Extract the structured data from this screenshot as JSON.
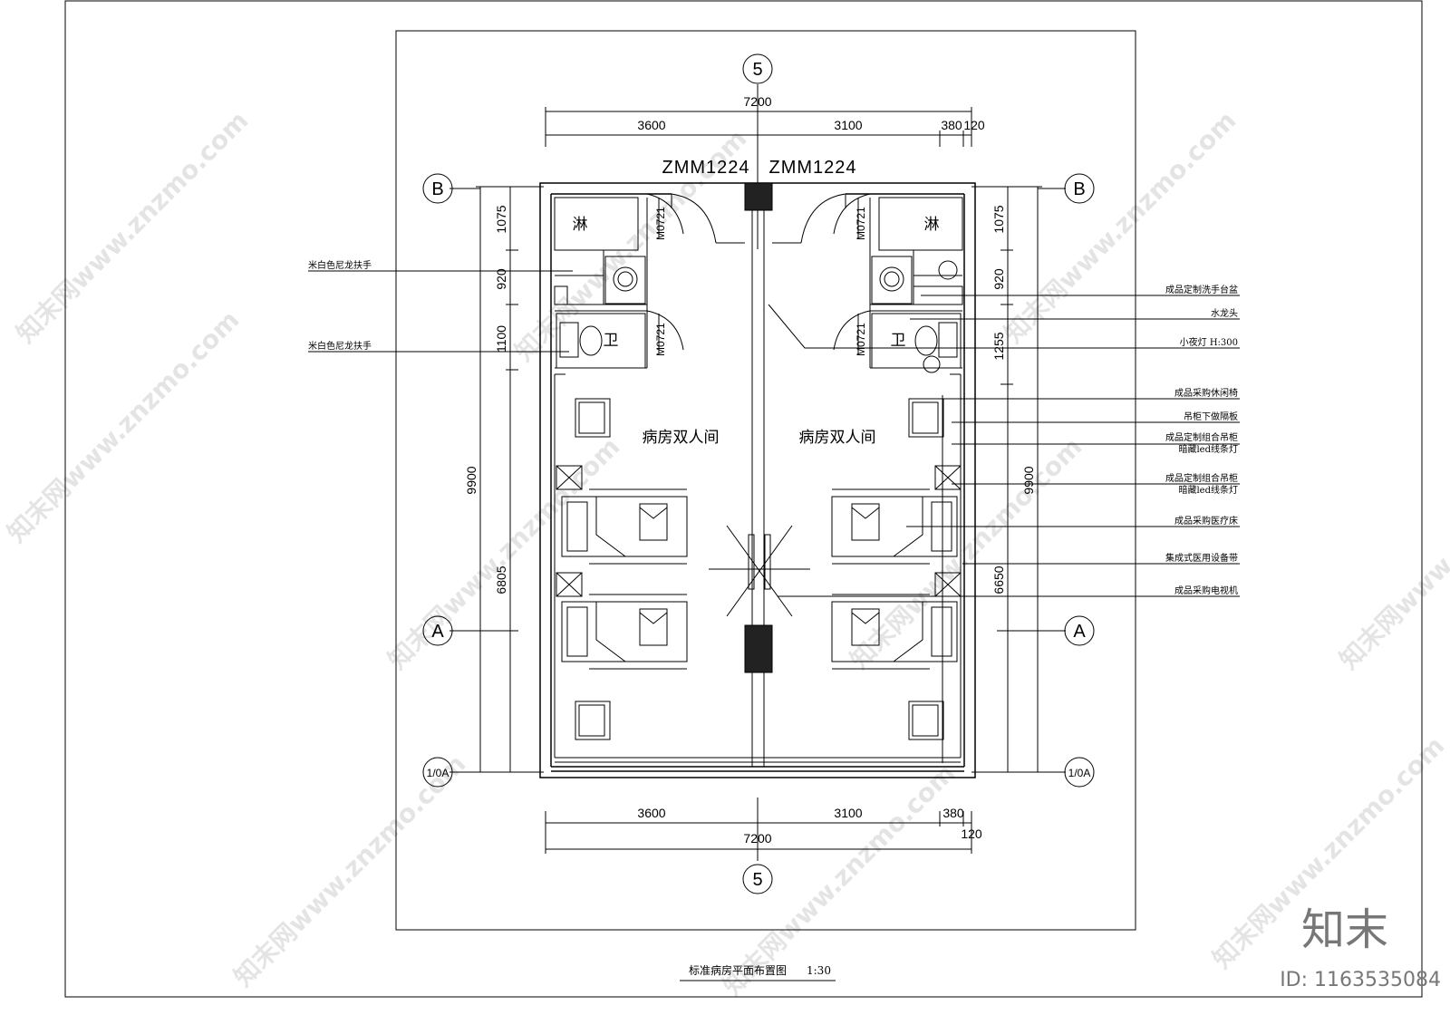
{
  "drawing": {
    "title": "标准病房平面布置图",
    "scale": "1:30"
  },
  "dimensions": {
    "top_total": "7200",
    "top_left": "3600",
    "top_mid": "3100",
    "top_r1": "380",
    "top_r2": "120",
    "bottom_left": "3600",
    "bottom_mid": "3100",
    "bottom_r1": "380",
    "bottom_total": "7200",
    "bottom_r2": "120",
    "left_1": "1075",
    "left_2": "920",
    "left_3": "1100",
    "left_total": "9900",
    "left_bottom": "6805",
    "right_1": "1075",
    "right_2": "920",
    "right_3": "1255",
    "right_total": "9900",
    "right_bottom": "6650"
  },
  "grid": {
    "col": "5",
    "row_top": "B",
    "row_mid": "A",
    "row_bottom": "1/0A"
  },
  "doors": {
    "main_left": "ZMM1224",
    "main_right": "ZMM1224",
    "bath": "M0721"
  },
  "rooms": {
    "shower": "淋",
    "toilet": "卫",
    "ward_left": "病房双人间",
    "ward_right": "病房双人间"
  },
  "labels_left": {
    "grab_bar_1": "米白色尼龙扶手",
    "grab_bar_2": "米白色尼龙扶手"
  },
  "labels_right": {
    "basin": "成品定制洗手台盆",
    "faucet": "水龙头",
    "night_light": "小夜灯 H:300",
    "lounge_chair": "成品采购休闲椅",
    "partition": "吊柜下做隔板",
    "cabinet_a1": "成品定制组合吊柜",
    "cabinet_a2": "暗藏led线条灯",
    "cabinet_b1": "成品定制组合吊柜",
    "cabinet_b2": "暗藏led线条灯",
    "bed": "成品采购医疗床",
    "med_band": "集成式医用设备带",
    "tv": "成品采购电视机"
  },
  "watermark": {
    "text": "知末网www.znzmo.com",
    "logo": "知末",
    "id": "ID: 1163535084"
  }
}
